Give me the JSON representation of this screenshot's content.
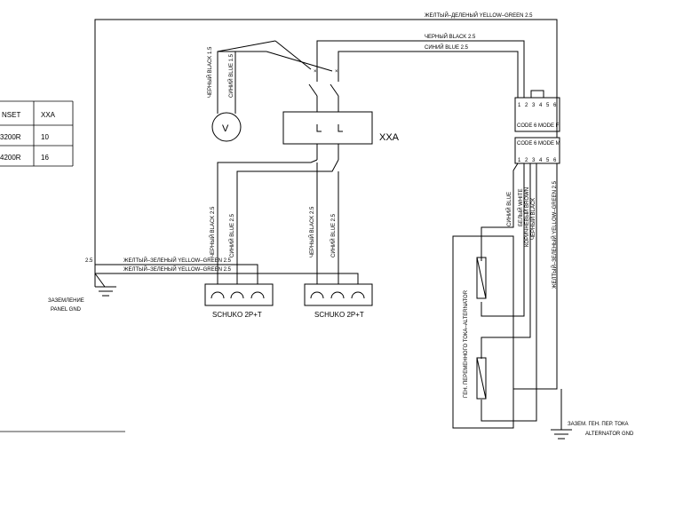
{
  "table": {
    "header_inset": "NSET",
    "header_xxa": "XXA",
    "rows": [
      {
        "model": "3200R",
        "value": "10"
      },
      {
        "model": "4200R",
        "value": "16"
      }
    ]
  },
  "wires": {
    "top_yg": "ЖЕЛТЫЙ–ДЕЛЕНЫЙ YELLOW–GREEN 2.5",
    "black_top": "ЧЕРНЫЙ BLACK 2.5",
    "blue_top": "СИНИЙ BLUE 2.5",
    "volt_black": "ЧЕРНЫЙ BLACK 1.5",
    "volt_blue": "СИНИЙ BLUE 1.5",
    "s1_black": "ЧЕРНЫЙ BLACK 2.5",
    "s1_blue": "СИНИЙ BLUE 2.5",
    "s2_black": "ЧЕРНЫЙ BLACK 2.5",
    "s2_blue": "СИНИЙ BLUE 2.5",
    "yg1": "ЖЕЛТЫЙ–ЗЕЛЕНЫЙ YELLOW–GREEN 2.5",
    "yg2": "ЖЕЛТЫЙ–ЗЕЛЕНЫЙ YELLOW–GREEN 2.5",
    "gnd_size": "2.5",
    "alt_blue": "СИНИЙ BLUE",
    "alt_white": "БЕЛЫЙ WHITE",
    "alt_brown": "КОРИЧНЕВЫЙ BROWN",
    "alt_black": "ЧЕРНЫЙ BLACK",
    "alt_yg": "ЖЕЛТЫЙ–ЗЕЛЕНЫЙ YELLOW–GREEN 2.5"
  },
  "components": {
    "voltmeter": "V",
    "breaker": "XXA",
    "socket_label": "SCHUKO 2P+T",
    "panel_gnd_1": "ЗАЗЕМЛЕНИЕ",
    "panel_gnd_2": "PANEL GND",
    "alt_label": "ГЕН. ПЕРЕМЕННОГО ТОКА–ALTERNATOR",
    "alt_gnd_1": "ЗАЗЕМ. ГЕН. ПЕР. ТОКА",
    "alt_gnd_2": "ALTERNATOR GND",
    "terminal_numbers": [
      "1",
      "2",
      "3",
      "4",
      "5",
      "6"
    ],
    "term_top_mark": "CODE 6 MODE F",
    "term_bot_mark": "CODE 6 MODE M"
  }
}
